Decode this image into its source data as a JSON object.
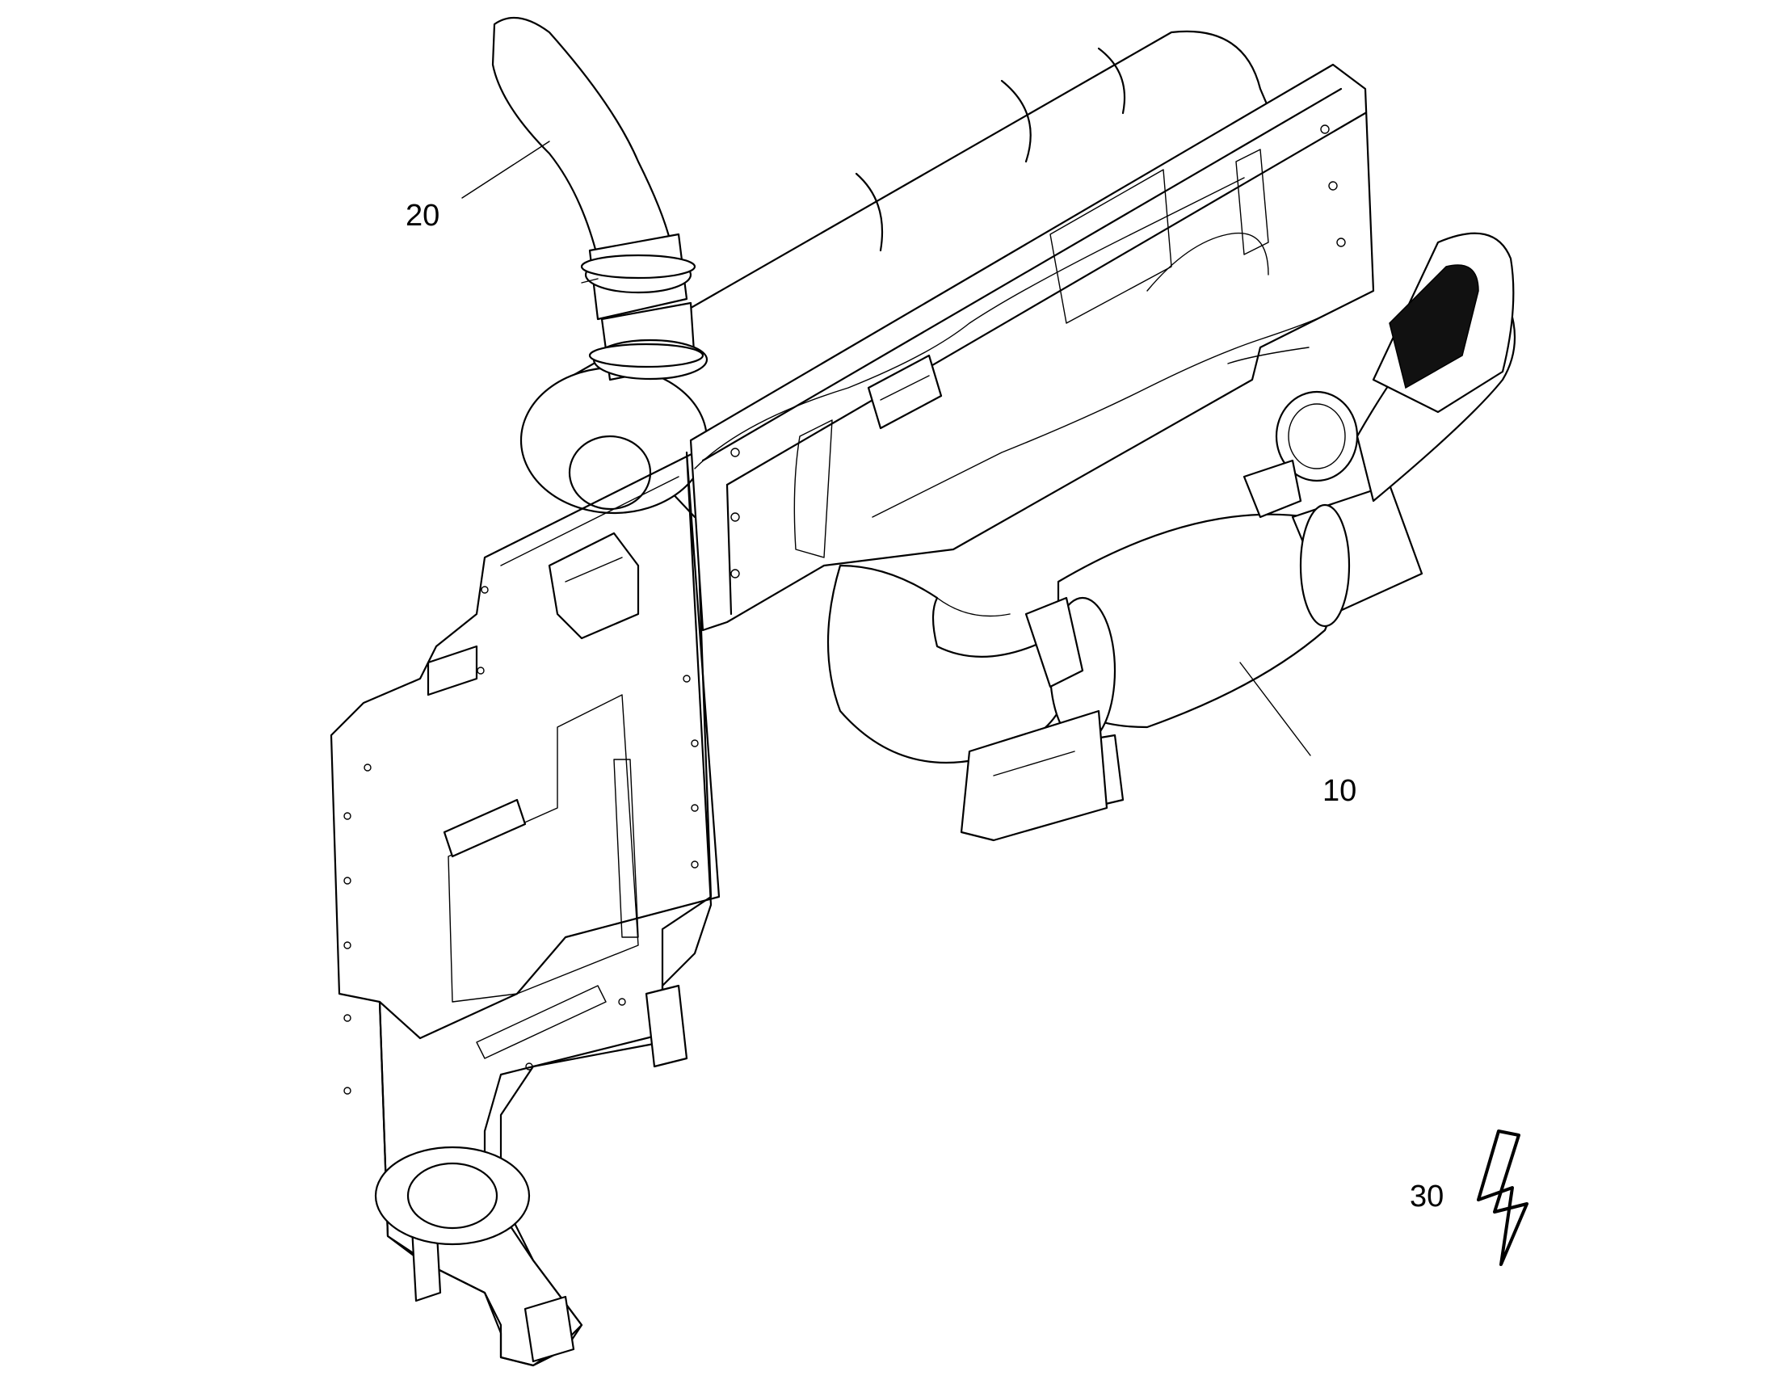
{
  "callouts": {
    "item_10": "10",
    "item_20": "20",
    "item_30": "30"
  },
  "colors": {
    "line": "#000000",
    "background": "#ffffff"
  },
  "icons": {
    "electrical_symbol": "lightning-bolt-icon"
  }
}
